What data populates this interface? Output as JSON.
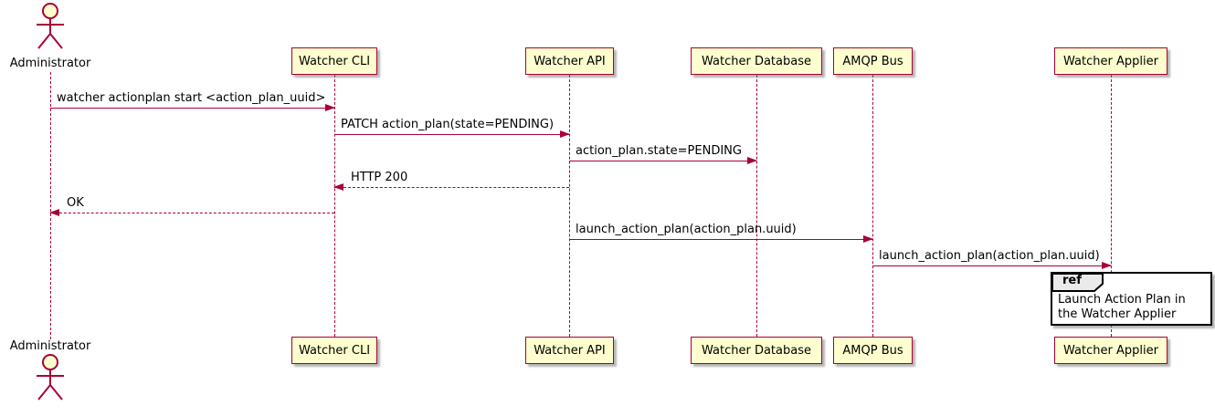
{
  "diagram": {
    "type": "sequence-diagram",
    "actor": {
      "name": "Administrator"
    },
    "participants": [
      {
        "name": "Watcher CLI"
      },
      {
        "name": "Watcher API"
      },
      {
        "name": "Watcher Database"
      },
      {
        "name": "AMQP Bus"
      },
      {
        "name": "Watcher Applier"
      }
    ],
    "messages": [
      {
        "from": "Administrator",
        "to": "Watcher CLI",
        "text": "watcher actionplan start <action_plan_uuid>",
        "style": "solid"
      },
      {
        "from": "Watcher CLI",
        "to": "Watcher API",
        "text": "PATCH action_plan(state=PENDING)",
        "style": "solid"
      },
      {
        "from": "Watcher API",
        "to": "Watcher Database",
        "text": "action_plan.state=PENDING",
        "style": "solid"
      },
      {
        "from": "Watcher API",
        "to": "Watcher CLI",
        "text": "HTTP 200",
        "style": "dashed"
      },
      {
        "from": "Watcher CLI",
        "to": "Administrator",
        "text": "OK",
        "style": "dashed"
      },
      {
        "from": "Watcher API",
        "to": "AMQP Bus",
        "text": "launch_action_plan(action_plan.uuid)",
        "style": "solid"
      },
      {
        "from": "AMQP Bus",
        "to": "Watcher Applier",
        "text": "launch_action_plan(action_plan.uuid)",
        "style": "solid"
      }
    ],
    "ref_fragment": {
      "keyword": "ref",
      "text": "Launch Action Plan in the Watcher Applier",
      "over": "Watcher Applier"
    },
    "colors": {
      "box_fill": "#FEFECE",
      "line": "#A80036",
      "text": "#000000",
      "ref_border": "#000000",
      "ref_tab_fill": "#EAEAEA"
    }
  }
}
